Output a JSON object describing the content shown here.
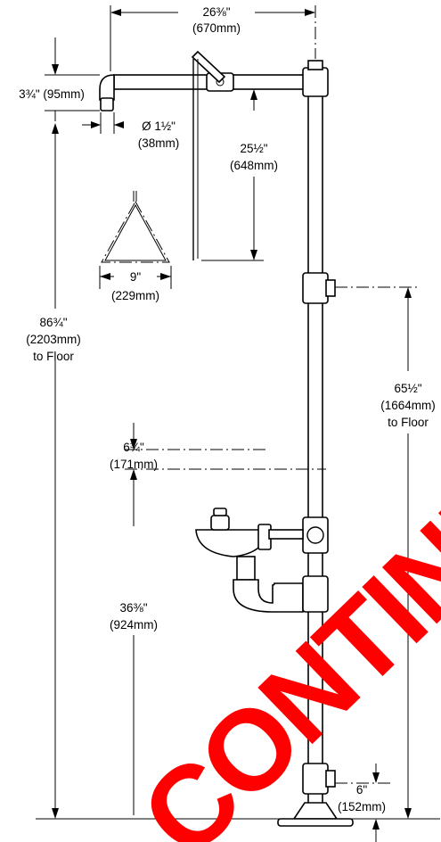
{
  "dimensions": {
    "overall_width": {
      "imperial": "26⅜\"",
      "metric": "(670mm)"
    },
    "head_drop": {
      "imperial": "3¾\" (95mm)"
    },
    "head_diameter": {
      "imperial": "Ø 1½\"",
      "metric": "(38mm)"
    },
    "pull_rod": {
      "imperial": "25½\"",
      "metric": "(648mm)"
    },
    "triangle_width": {
      "imperial": "9\"",
      "metric": "(229mm)"
    },
    "shower_height": {
      "imperial": "86¾\"",
      "metric": "(2203mm)",
      "note": "to Floor"
    },
    "valve_height": {
      "imperial": "65½\"",
      "metric": "(1664mm)",
      "note": "to Floor"
    },
    "bowl_height": {
      "imperial": "6¾\"",
      "metric": "(171mm)"
    },
    "eyewash_height": {
      "imperial": "36⅜\"",
      "metric": "(924mm)"
    },
    "base_height": {
      "imperial": "6\"",
      "metric": "(152mm)"
    }
  },
  "watermark": {
    "text": "CONTINU",
    "color": "#ff0000"
  }
}
